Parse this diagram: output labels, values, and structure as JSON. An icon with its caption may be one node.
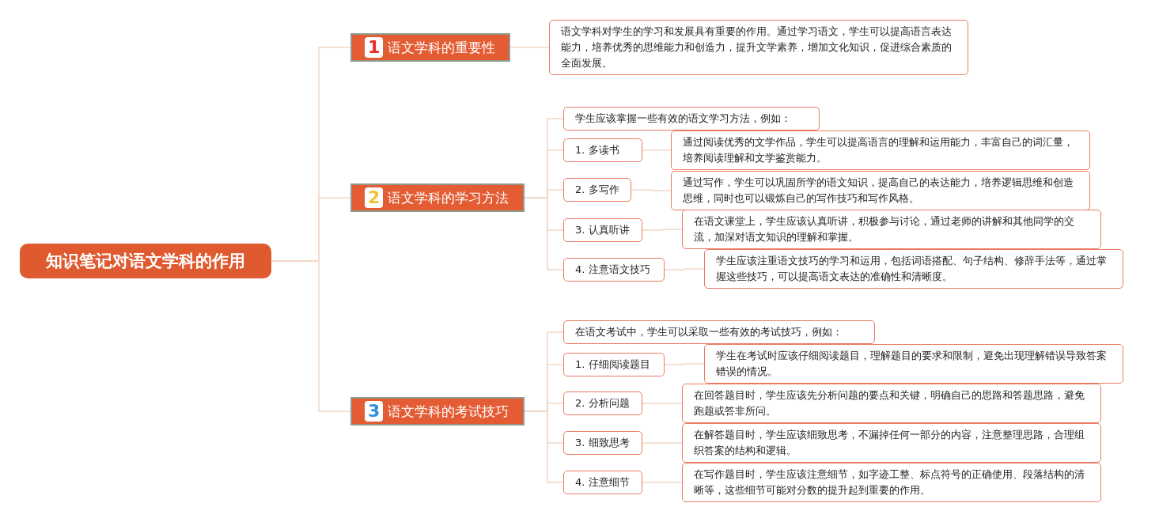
{
  "diagram": {
    "nodes": [
      {
        "text": [
          "知识笔记对语文学科的作用"
        ]
      },
      {
        "text": [
          "1",
          "语文学科的重要性"
        ]
      },
      {
        "text": [
          "语文学科对学生的学习和发展具有重要的作用。通过学习语文，学生可以提高语言表达能力，培养优秀的思维能力和创造力，提升文学素养，增加文化知识，促进综合素质的全面发展。"
        ]
      },
      {
        "text": [
          "2",
          "语文学科的学习方法"
        ]
      },
      {
        "text": [
          "学生应该掌握一些有效的语文学习方法，例如："
        ]
      },
      {
        "text": [
          "1. 多读书"
        ]
      },
      {
        "text": [
          "通过阅读优秀的文学作品，学生可以提高语言的理解和运用能力，丰富自己的词汇量，培养阅读理解和文学鉴赏能力。"
        ]
      },
      {
        "text": [
          "2. 多写作"
        ]
      },
      {
        "text": [
          "通过写作，学生可以巩固所学的语文知识，提高自己的表达能力，培养逻辑思维和创造思维，同时也可以锻炼自己的写作技巧和写作风格。"
        ]
      },
      {
        "text": [
          "3. 认真听讲"
        ]
      },
      {
        "text": [
          "在语文课堂上，学生应该认真听讲，积极参与讨论，通过老师的讲解和其他同学的交流，加深对语文知识的理解和掌握。"
        ]
      },
      {
        "text": [
          "4. 注意语文技巧"
        ]
      },
      {
        "text": [
          "学生应该注重语文技巧的学习和运用，包括词语搭配、句子结构、修辞手法等，通过掌握这些技巧，可以提高语文表达的准确性和清晰度。"
        ]
      },
      {
        "text": [
          "3",
          "语文学科的考试技巧"
        ]
      },
      {
        "text": [
          "在语文考试中，学生可以采取一些有效的考试技巧，例如："
        ]
      },
      {
        "text": [
          "1. 仔细阅读题目"
        ]
      },
      {
        "text": [
          "学生在考试时应该仔细阅读题目，理解题目的要求和限制，避免出现理解错误导致答案错误的情况。"
        ]
      },
      {
        "text": [
          "2. 分析问题"
        ]
      },
      {
        "text": [
          "在回答题目时，学生应该先分析问题的要点和关键，明确自己的思路和答题思路，避免跑题或答非所问。"
        ]
      },
      {
        "text": [
          "3. 细致思考"
        ]
      },
      {
        "text": [
          "在解答题目时，学生应该细致思考，不漏掉任何一部分的内容，注意整理思路，合理组织答案的结构和逻辑。"
        ]
      },
      {
        "text": [
          "4. 注意细节"
        ]
      },
      {
        "text": [
          "在写作题目时，学生应该注意细节，如字迹工整、标点符号的正确使用、段落结构的清晰等，这些细节可能对分数的提升起到重要的作用。"
        ]
      }
    ],
    "edges": [
      {
        "from": 0,
        "to": 1,
        "arrow": "none"
      },
      {
        "from": 0,
        "to": 3,
        "arrow": "none"
      },
      {
        "from": 0,
        "to": 13,
        "arrow": "none"
      },
      {
        "from": 1,
        "to": 2,
        "arrow": "none"
      },
      {
        "from": 3,
        "to": 4,
        "arrow": "none"
      },
      {
        "from": 3,
        "to": 5,
        "arrow": "none"
      },
      {
        "from": 5,
        "to": 6,
        "arrow": "none"
      },
      {
        "from": 3,
        "to": 7,
        "arrow": "none"
      },
      {
        "from": 7,
        "to": 8,
        "arrow": "none"
      },
      {
        "from": 3,
        "to": 9,
        "arrow": "none"
      },
      {
        "from": 9,
        "to": 10,
        "arrow": "none"
      },
      {
        "from": 3,
        "to": 11,
        "arrow": "none"
      },
      {
        "from": 11,
        "to": 12,
        "arrow": "none"
      },
      {
        "from": 13,
        "to": 14,
        "arrow": "none"
      },
      {
        "from": 13,
        "to": 15,
        "arrow": "none"
      },
      {
        "from": 15,
        "to": 16,
        "arrow": "none"
      },
      {
        "from": 13,
        "to": 17,
        "arrow": "none"
      },
      {
        "from": 17,
        "to": 18,
        "arrow": "none"
      },
      {
        "from": 13,
        "to": 19,
        "arrow": "none"
      },
      {
        "from": 19,
        "to": 20,
        "arrow": "none"
      },
      {
        "from": 13,
        "to": 21,
        "arrow": "none"
      },
      {
        "from": 21,
        "to": 22,
        "arrow": "none"
      }
    ]
  }
}
